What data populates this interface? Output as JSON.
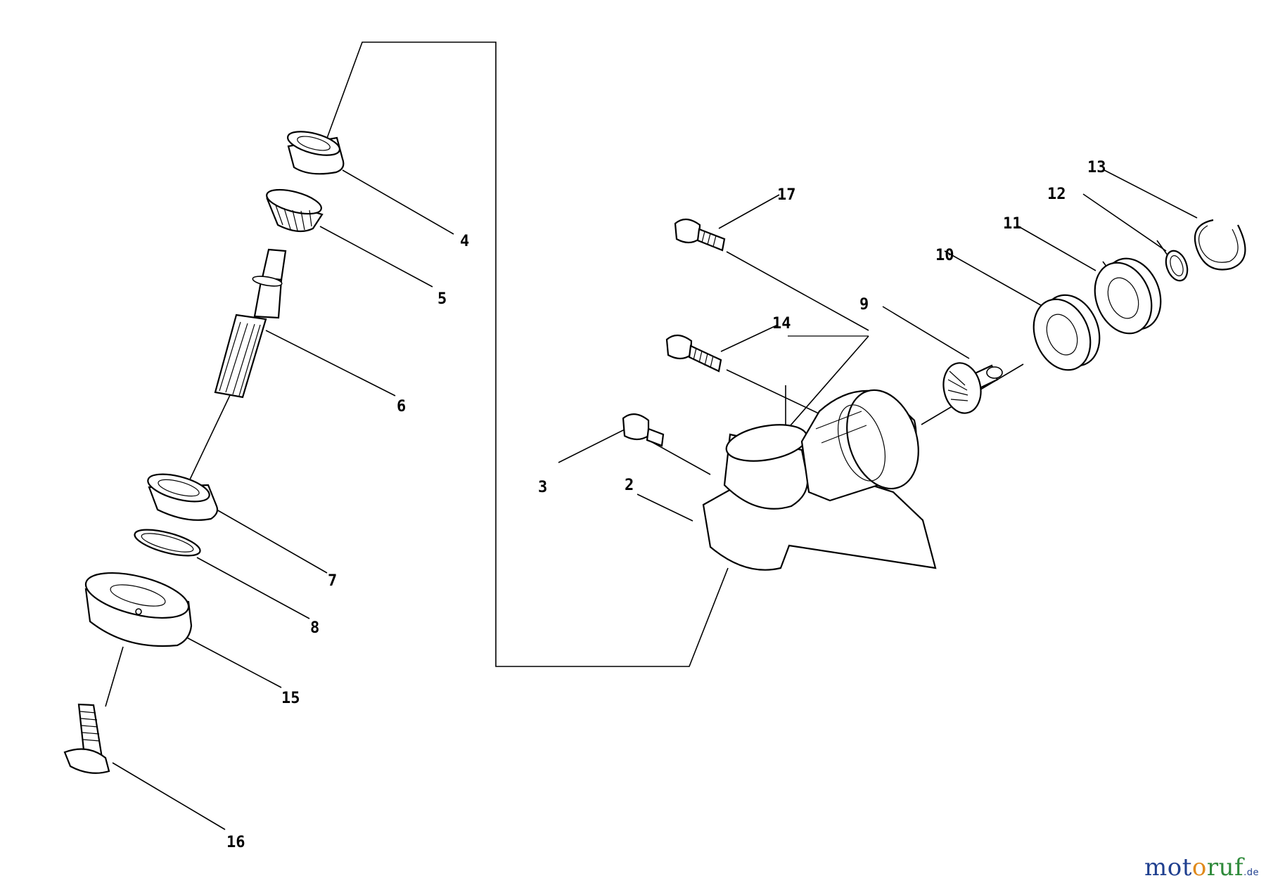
{
  "diagram": {
    "callouts": [
      {
        "id": "2",
        "label": "2"
      },
      {
        "id": "3",
        "label": "3"
      },
      {
        "id": "4",
        "label": "4"
      },
      {
        "id": "5",
        "label": "5"
      },
      {
        "id": "6",
        "label": "6"
      },
      {
        "id": "7",
        "label": "7"
      },
      {
        "id": "8",
        "label": "8"
      },
      {
        "id": "9",
        "label": "9"
      },
      {
        "id": "10",
        "label": "10"
      },
      {
        "id": "11",
        "label": "11"
      },
      {
        "id": "12",
        "label": "12"
      },
      {
        "id": "13",
        "label": "13"
      },
      {
        "id": "14",
        "label": "14"
      },
      {
        "id": "15",
        "label": "15"
      },
      {
        "id": "16",
        "label": "16"
      },
      {
        "id": "17",
        "label": "17"
      }
    ]
  },
  "watermark": {
    "parts": [
      {
        "text": "mot",
        "color": "#1f3f8f"
      },
      {
        "text": "o",
        "color": "#e08a1c"
      },
      {
        "text": "ruf",
        "color": "#2e8a3a"
      },
      {
        "text": ".de",
        "color": "#1f3f8f"
      }
    ]
  },
  "colors": {
    "line": "#000000",
    "background": "#ffffff"
  }
}
